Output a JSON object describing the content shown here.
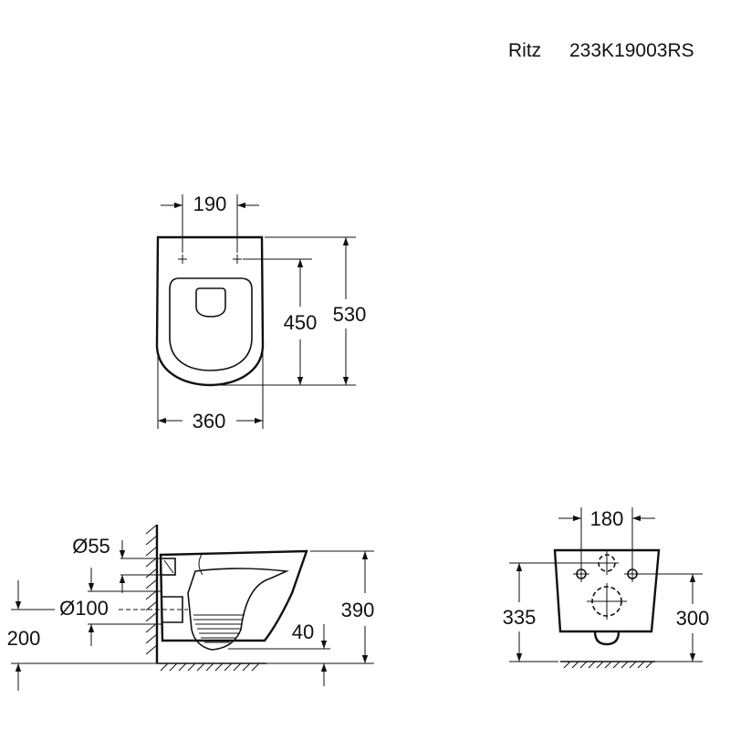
{
  "header": {
    "model_name": "Ritz",
    "model_code": "233K19003RS"
  },
  "top_view": {
    "dim_bolt_spacing": "190",
    "dim_width": "360",
    "dim_inner_length": "450",
    "dim_total_length": "530"
  },
  "side_view": {
    "dim_inlet_diameter": "Ø55",
    "dim_outlet_diameter": "Ø100",
    "dim_outlet_height": "200",
    "dim_height": "390",
    "dim_rim_offset": "40"
  },
  "rear_view": {
    "dim_bolt_spacing": "180",
    "dim_left_height": "335",
    "dim_right_height": "300"
  }
}
